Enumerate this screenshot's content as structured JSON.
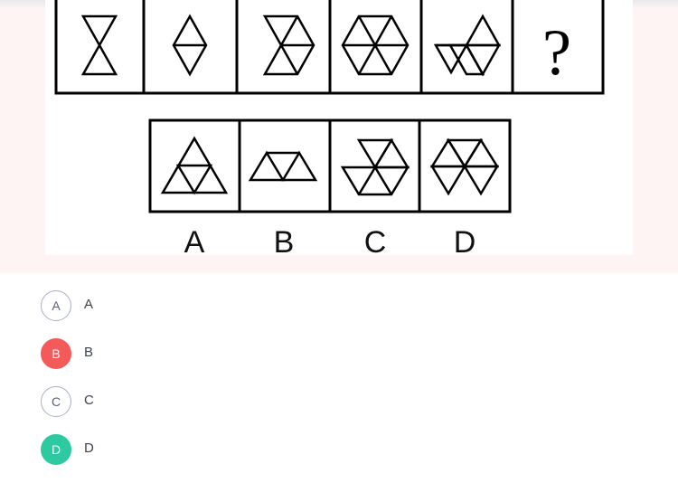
{
  "puzzle": {
    "question_mark": "?",
    "answer_labels": [
      "A",
      "B",
      "C",
      "D"
    ]
  },
  "options": [
    {
      "letter": "A",
      "text": "A",
      "state": "default"
    },
    {
      "letter": "B",
      "text": "B",
      "state": "wrong"
    },
    {
      "letter": "C",
      "text": "C",
      "state": "default"
    },
    {
      "letter": "D",
      "text": "D",
      "state": "correct"
    }
  ],
  "colors": {
    "wrong": "#f55a5a",
    "correct": "#2dc9a0",
    "band": "#fff4f4"
  }
}
